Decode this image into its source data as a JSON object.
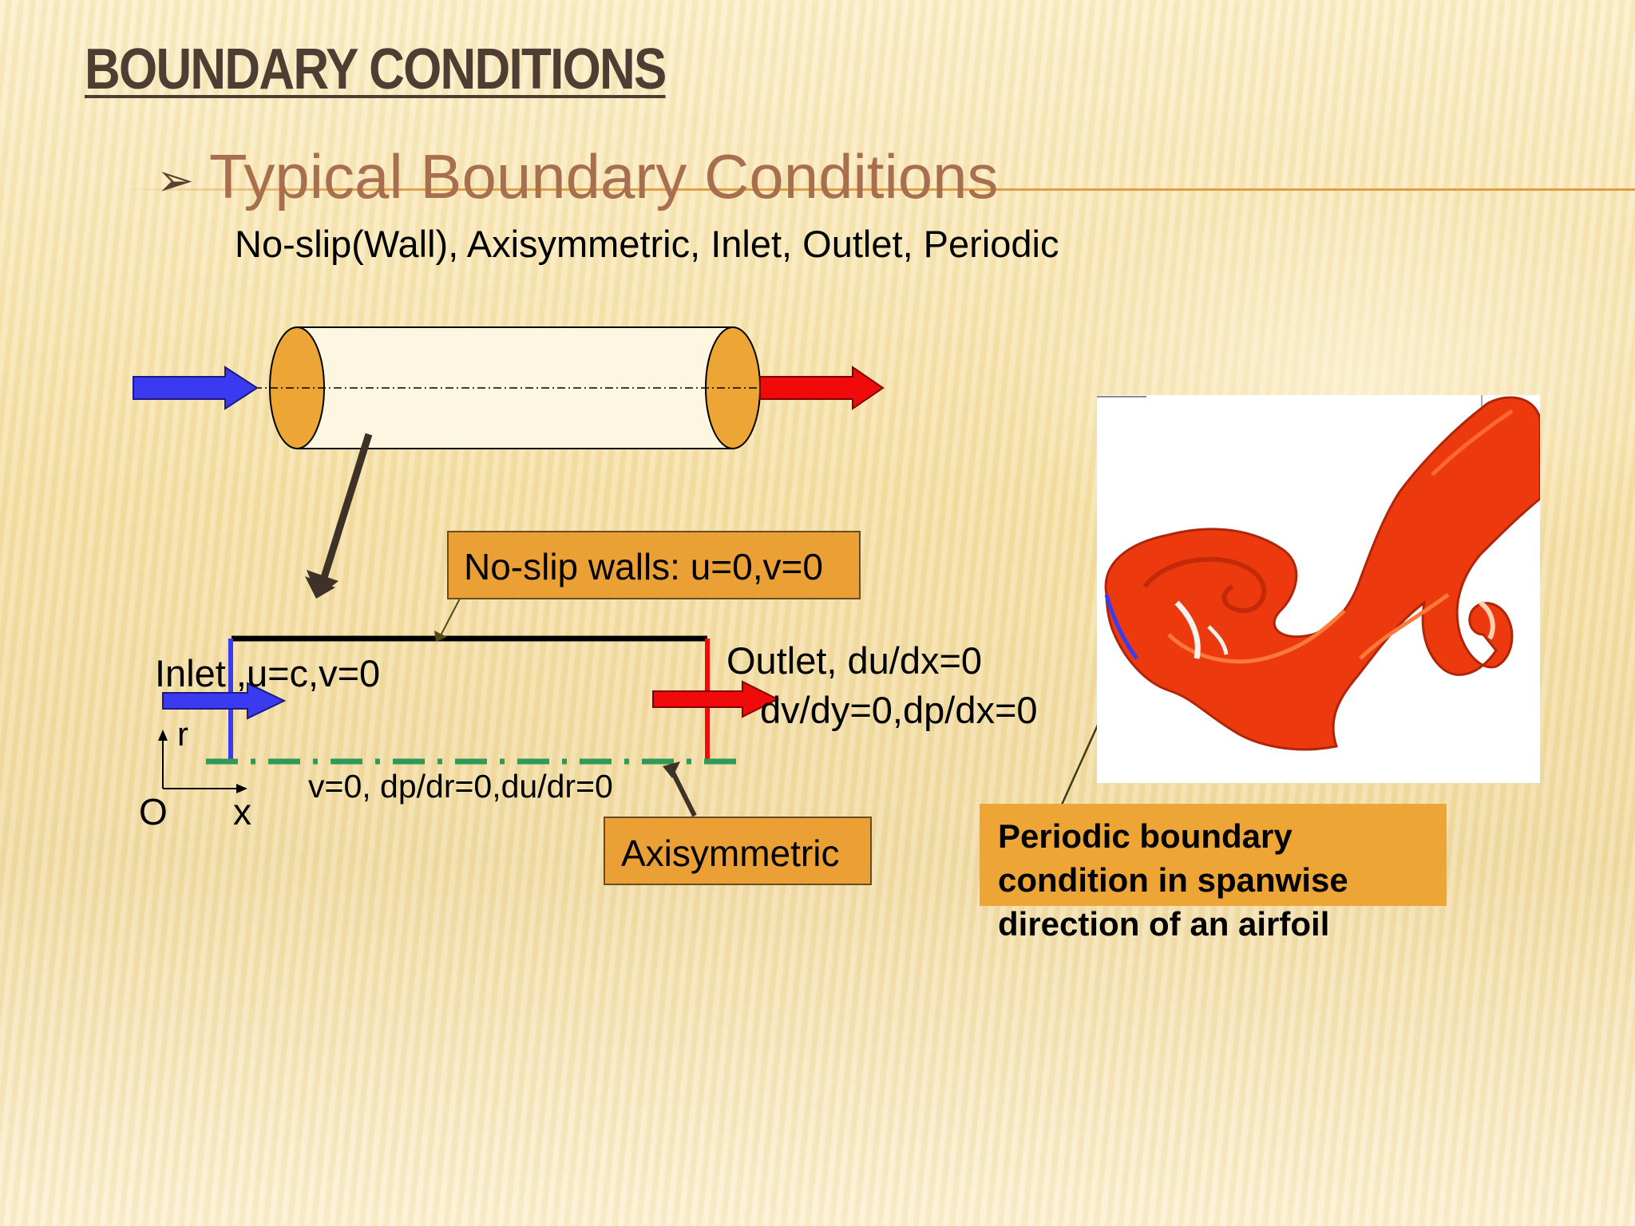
{
  "title": "BOUNDARY CONDITIONS",
  "subtitle": "Typical Boundary Conditions",
  "bc_list": "No-slip(Wall), Axisymmetric, Inlet, Outlet, Periodic",
  "diagram": {
    "no_slip_label": "No-slip walls: u=0,v=0",
    "inlet_label": "Inlet ,u=c,v=0",
    "outlet_label_1": "Outlet, du/dx=0",
    "outlet_label_2": "dv/dy=0,dp/dx=0",
    "axis_bc_label": "v=0, dp/dr=0,du/dr=0",
    "axisymmetric_label": "Axisymmetric",
    "axis_r": "r",
    "axis_o": "O",
    "axis_x": "x"
  },
  "airfoil": {
    "caption_lines": [
      "Periodic boundary",
      "condition in spanwise",
      "direction of an airfoil"
    ]
  },
  "colors": {
    "inlet_blue": "#3a3af0",
    "outlet_red": "#f00a0a",
    "tube_orange": "#eda535",
    "axis_green": "#2f9a58",
    "vortex_red": "#ec3a0e"
  }
}
